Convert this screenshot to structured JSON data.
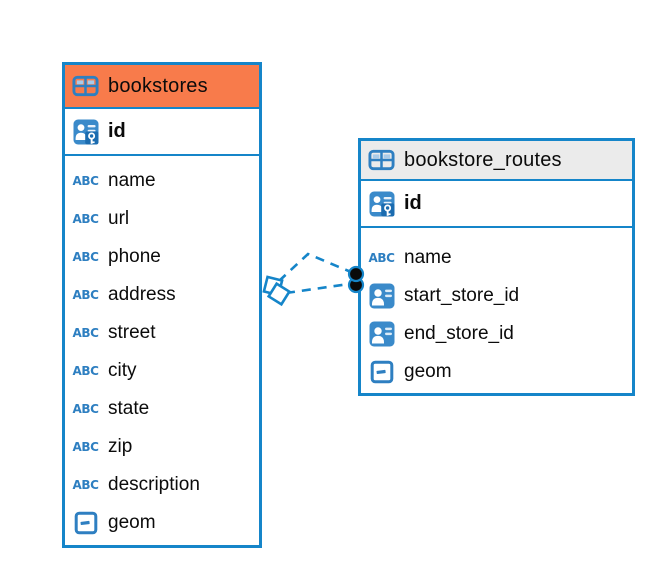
{
  "diagram": {
    "type": "entity-relationship",
    "colors": {
      "accent_blue": "#1585c9",
      "header_orange": "#f87b4b",
      "header_gray": "#ebebeb",
      "icon_blue": "#3a8aca",
      "text": "#0b0b0b",
      "background": "#ffffff"
    },
    "icons": {
      "text_glyph": "ABC"
    },
    "tables": [
      {
        "name": "bookstores",
        "header_color": "#f87b4b",
        "icon": "table-icon",
        "primary_key": {
          "name": "id",
          "icon": "primary-key-icon"
        },
        "columns": [
          {
            "name": "name",
            "icon": "text-type-icon"
          },
          {
            "name": "url",
            "icon": "text-type-icon"
          },
          {
            "name": "phone",
            "icon": "text-type-icon"
          },
          {
            "name": "address",
            "icon": "text-type-icon"
          },
          {
            "name": "street",
            "icon": "text-type-icon"
          },
          {
            "name": "city",
            "icon": "text-type-icon"
          },
          {
            "name": "state",
            "icon": "text-type-icon"
          },
          {
            "name": "zip",
            "icon": "text-type-icon"
          },
          {
            "name": "description",
            "icon": "text-type-icon"
          },
          {
            "name": "geom",
            "icon": "geometry-type-icon"
          }
        ]
      },
      {
        "name": "bookstore_routes",
        "header_color": "#ebebeb",
        "icon": "table-icon",
        "primary_key": {
          "name": "id",
          "icon": "primary-key-icon"
        },
        "columns": [
          {
            "name": "name",
            "icon": "text-type-icon"
          },
          {
            "name": "start_store_id",
            "icon": "foreign-key-icon"
          },
          {
            "name": "end_store_id",
            "icon": "foreign-key-icon"
          },
          {
            "name": "geom",
            "icon": "geometry-type-icon"
          }
        ]
      }
    ],
    "relationships": [
      {
        "from": "bookstore_routes",
        "to": "bookstores",
        "style": "dashed",
        "source_marker": "diamond",
        "target_marker": "dot"
      },
      {
        "from": "bookstore_routes",
        "to": "bookstores",
        "style": "dashed",
        "source_marker": "diamond",
        "target_marker": "dot"
      }
    ]
  }
}
